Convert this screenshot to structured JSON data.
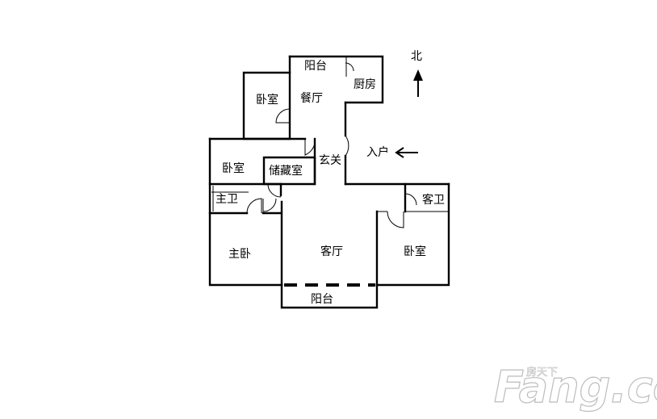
{
  "rooms": {
    "balcony_top": "阳台",
    "kitchen": "厨房",
    "bedroom_nw": "卧室",
    "dining": "餐厅",
    "bedroom_w": "卧室",
    "storage": "储藏室",
    "foyer": "玄关",
    "entrance": "入户",
    "master_bath": "主卫",
    "guest_bath": "客卫",
    "master_bedroom": "主卧",
    "living_room": "客厅",
    "bedroom_e": "卧室",
    "balcony_bottom": "阳台"
  },
  "compass": {
    "north": "北"
  },
  "watermark": {
    "brand": "Fang.com",
    "brand_cn": "房天下"
  },
  "colors": {
    "wall": "#000000",
    "background": "#ffffff",
    "watermark": "#bdbdbd"
  }
}
